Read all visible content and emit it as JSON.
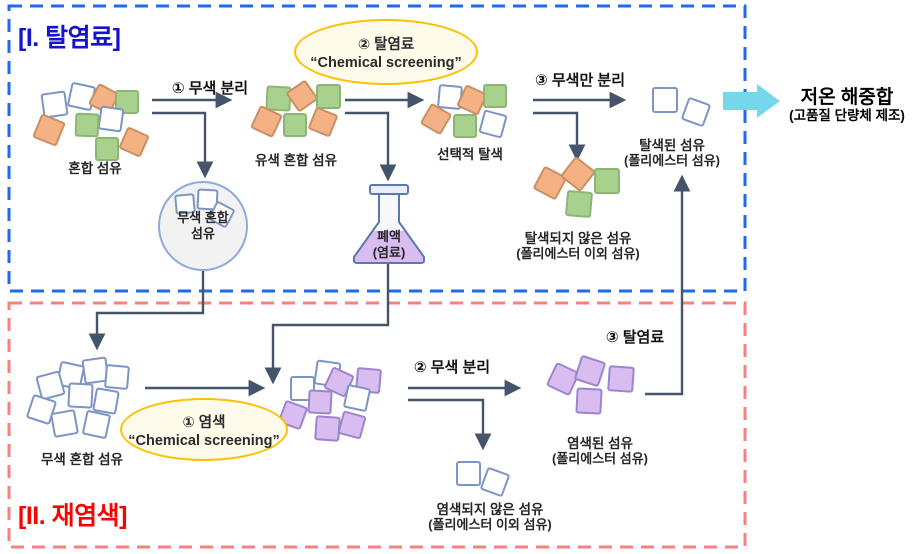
{
  "section1": {
    "title": "[I. 탈염료]",
    "steps": {
      "step1": "① 무색 분리",
      "step2_line1": "② 탈염료",
      "step2_line2": "“Chemical screening”",
      "step3": "③ 무색만 분리"
    },
    "labels": {
      "mixed_fiber": "혼합 섬유",
      "colored_mixed_fiber": "유색 혼합 섬유",
      "selective_decolor": "선택적 탈색",
      "circle_line1": "무색 혼합",
      "circle_line2": "섬유",
      "flask_line1": "폐액",
      "flask_line2": "(염료)",
      "decolored_line1": "탈색된 섬유",
      "decolored_line2": "(폴리에스터 섬유)",
      "not_decolored_line1": "탈색되지 않은 섬유",
      "not_decolored_line2": "(폴리에스터 이외 섬유)"
    }
  },
  "section2": {
    "title": "[II. 재염색]",
    "steps": {
      "step1_line1": "① 염색",
      "step1_line2": "“Chemical screening”",
      "step2": "② 무색 분리",
      "step3": "③ 탈염료"
    },
    "labels": {
      "colorless_mixed_fiber": "무색 혼합 섬유",
      "dyed_line1": "염색된 섬유",
      "dyed_line2": "(폴리에스터 섬유)",
      "not_dyed_line1": "염색되지 않은 섬유",
      "not_dyed_line2": "(폴리에스터 이외 섬유)"
    }
  },
  "outcome": {
    "line1": "저온 해중합",
    "line2": "(고품질 단량체 제조)"
  },
  "colors": {
    "section1_border": "#1D6AF0",
    "section2_border": "#F98080",
    "section1_title": "#1414CC",
    "section2_title": "#FF0000",
    "arrow": "#44546A",
    "cyan_arrow": "#76D7EA",
    "ellipse_border": "#FFC000",
    "ellipse_fill": "#FFFBEA",
    "circle_fill": "#F2F2F2",
    "circle_border": "#8FAADC",
    "flask_liquid": "#D9BCF0",
    "square_fills": {
      "white": "#FFFFFF",
      "orange": "#F4B183",
      "green": "#A9D18E",
      "purple": "#D9BCF0"
    },
    "square_borders": {
      "white": "#7C95C5",
      "orange": "#C99064",
      "green": "#8FB575",
      "purple": "#9B85CE"
    }
  },
  "clusters": [
    {
      "name": "mixed-fiber-cluster",
      "squares": [
        [
          42,
          92,
          "white",
          -8,
          25
        ],
        [
          69,
          84,
          "white",
          12,
          25
        ],
        [
          92,
          87,
          "orange",
          28,
          24
        ],
        [
          115,
          90,
          "green",
          0,
          24
        ],
        [
          99,
          107,
          "white",
          8,
          24
        ],
        [
          36,
          117,
          "orange",
          22,
          26
        ],
        [
          75,
          113,
          "green",
          2,
          24
        ],
        [
          95,
          137,
          "green",
          0,
          24
        ],
        [
          122,
          130,
          "orange",
          24,
          24
        ]
      ]
    },
    {
      "name": "colored-mixed-fiber-cluster",
      "squares": [
        [
          266,
          86,
          "green",
          3,
          25
        ],
        [
          290,
          84,
          "orange",
          -35,
          24
        ],
        [
          316,
          84,
          "green",
          0,
          25
        ],
        [
          254,
          109,
          "orange",
          25,
          25
        ],
        [
          283,
          113,
          "green",
          0,
          24
        ],
        [
          311,
          110,
          "orange",
          22,
          24
        ]
      ]
    },
    {
      "name": "selective-decolor-cluster",
      "squares": [
        [
          438,
          85,
          "white",
          5,
          24
        ],
        [
          460,
          88,
          "orange",
          25,
          24
        ],
        [
          483,
          84,
          "green",
          0,
          24
        ],
        [
          424,
          107,
          "orange",
          30,
          24
        ],
        [
          453,
          114,
          "green",
          0,
          24
        ],
        [
          481,
          112,
          "white",
          15,
          24
        ]
      ]
    },
    {
      "name": "decolored-fiber-cluster",
      "squares": [
        [
          652,
          87,
          "white",
          0,
          26
        ],
        [
          684,
          100,
          "white",
          20,
          24
        ]
      ]
    },
    {
      "name": "not-decolored-fiber-cluster",
      "squares": [
        [
          537,
          170,
          "orange",
          28,
          26
        ],
        [
          565,
          161,
          "orange",
          38,
          26
        ],
        [
          594,
          168,
          "green",
          0,
          26
        ],
        [
          566,
          191,
          "green",
          5,
          26
        ]
      ]
    },
    {
      "name": "circle-colorless-minis",
      "squares": [
        [
          175,
          194,
          "white",
          -5,
          20
        ],
        [
          197,
          189,
          "white",
          3,
          21
        ],
        [
          211,
          204,
          "white",
          28,
          21
        ]
      ]
    },
    {
      "name": "colorless-mixed-fiber-cluster",
      "squares": [
        [
          58,
          363,
          "white",
          12,
          25
        ],
        [
          83,
          358,
          "white",
          -8,
          25
        ],
        [
          105,
          365,
          "white",
          5,
          24
        ],
        [
          38,
          373,
          "white",
          -15,
          25
        ],
        [
          68,
          383,
          "white",
          3,
          25
        ],
        [
          29,
          397,
          "white",
          18,
          25
        ],
        [
          94,
          389,
          "white",
          10,
          24
        ],
        [
          52,
          411,
          "white",
          -10,
          25
        ],
        [
          84,
          412,
          "white",
          12,
          25
        ]
      ]
    },
    {
      "name": "dyed-mixed-cluster",
      "squares": [
        [
          315,
          361,
          "white",
          8,
          25
        ],
        [
          327,
          370,
          "purple",
          25,
          24
        ],
        [
          356,
          368,
          "purple",
          5,
          25
        ],
        [
          290,
          376,
          "white",
          0,
          25
        ],
        [
          308,
          390,
          "purple",
          3,
          24
        ],
        [
          345,
          386,
          "white",
          12,
          24
        ],
        [
          281,
          403,
          "purple",
          20,
          24
        ],
        [
          315,
          416,
          "purple",
          4,
          25
        ],
        [
          340,
          413,
          "purple",
          15,
          24
        ]
      ]
    },
    {
      "name": "dyed-fiber-cluster",
      "squares": [
        [
          550,
          366,
          "purple",
          25,
          26
        ],
        [
          577,
          358,
          "purple",
          18,
          26
        ],
        [
          608,
          366,
          "purple",
          4,
          26
        ],
        [
          576,
          388,
          "purple",
          3,
          26
        ]
      ]
    },
    {
      "name": "not-dyed-fiber-cluster",
      "squares": [
        [
          456,
          461,
          "white",
          0,
          25
        ],
        [
          483,
          470,
          "white",
          20,
          24
        ]
      ]
    }
  ]
}
